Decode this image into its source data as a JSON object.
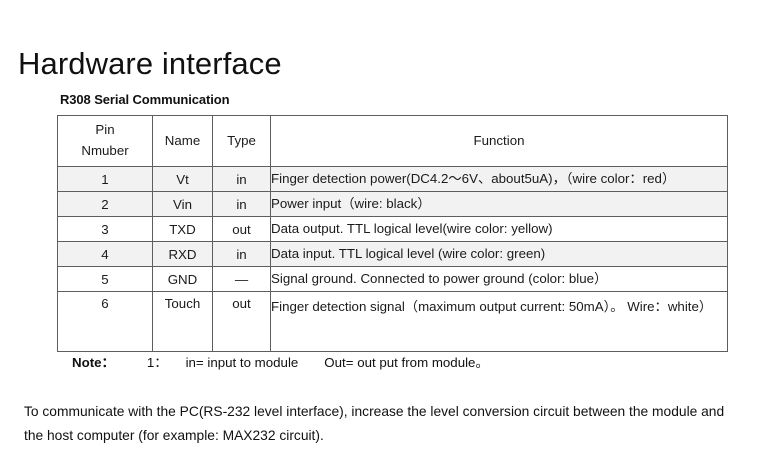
{
  "page": {
    "title": "Hardware interface",
    "section_caption": "R308 Serial Communication"
  },
  "table": {
    "columns": [
      {
        "key": "pin",
        "label_line1": "Pin",
        "label_line2": "Nmuber"
      },
      {
        "key": "name",
        "label_line1": "Name",
        "label_line2": ""
      },
      {
        "key": "type",
        "label_line1": "Type",
        "label_line2": ""
      },
      {
        "key": "function",
        "label_line1": "Function",
        "label_line2": ""
      }
    ],
    "rows": [
      {
        "pin": "1",
        "name": "Vt",
        "type": "in",
        "function": "Finger detection power(DC4.2～6V、about5uA)，（wire color：red）",
        "shaded": true
      },
      {
        "pin": "2",
        "name": "Vin",
        "type": "in",
        "function": "Power input（wire: black）",
        "shaded": true
      },
      {
        "pin": "3",
        "name": "TXD",
        "type": "out",
        "function": "Data output. TTL logical level(wire color: yellow)",
        "shaded": false
      },
      {
        "pin": "4",
        "name": "RXD",
        "type": "in",
        "function": "Data input. TTL logical level (wire color: green)",
        "shaded": true
      },
      {
        "pin": "5",
        "name": "GND",
        "type": "—",
        "function": "Signal ground. Connected to power ground (color: blue）",
        "shaded": false
      },
      {
        "pin": "6",
        "name": "Touch",
        "type": "out",
        "function": "Finger detection signal（maximum output current: 50mA）。 Wire：white）",
        "shaded": false,
        "tall": true
      }
    ]
  },
  "note": {
    "label": "Note：",
    "index": "1：",
    "text_a": "in= input to module",
    "text_b": "Out= out put from module。"
  },
  "paragraph": {
    "text": "To communicate with the PC(RS-232 level interface), increase the level conversion circuit between the module and the host computer (for example: MAX232 circuit)."
  },
  "colors": {
    "page_background": "#ffffff",
    "text": "#1b1b1b",
    "table_border": "#5e5e5e",
    "row_shaded": "#f2f2f2",
    "row_plain": "#ffffff"
  }
}
